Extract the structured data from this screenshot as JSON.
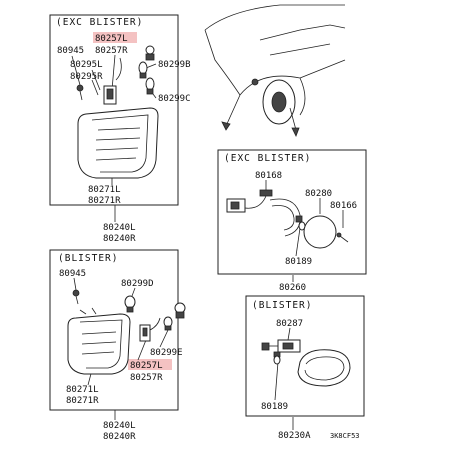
{
  "headers": {
    "top_left": "(EXC BLISTER)",
    "mid_right": "(EXC BLISTER)",
    "bottom_left": "(BLISTER)",
    "bottom_right": "(BLISTER)"
  },
  "highlight_color": "#f4c2c2",
  "labels": {
    "tl_80257L": "80257L",
    "tl_80257R": "80257R",
    "tl_80945": "80945",
    "tl_80295L": "80295L",
    "tl_80295R": "80295R",
    "tl_80299B": "80299B",
    "tl_80299C": "80299C",
    "tl_80271L": "80271L",
    "tl_80271R": "80271R",
    "tl_80240L": "80240L",
    "tl_80240R": "80240R",
    "mr_80168": "80168",
    "mr_80280": "80280",
    "mr_80166": "80166",
    "mr_80189": "80189",
    "mr_80260": "80260",
    "bl_80945": "80945",
    "bl_80299D": "80299D",
    "bl_80299E": "80299E",
    "bl_80257L": "80257L",
    "bl_80257R": "80257R",
    "bl_80271L": "80271L",
    "bl_80271R": "80271R",
    "bl_80240L": "80240L",
    "bl_80240R": "80240R",
    "br_80287": "80287",
    "br_80189": "80189",
    "br_80230A": "80230A",
    "code": "3K8CF53"
  }
}
